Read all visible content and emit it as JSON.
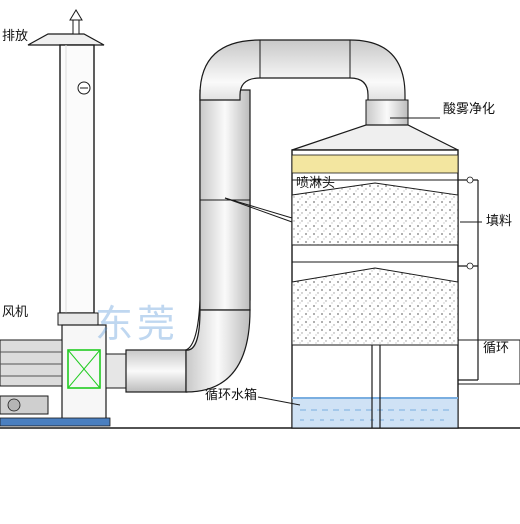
{
  "labels": {
    "exhaust": "排放",
    "fan": "风机",
    "tower": "酸雾净化",
    "nozzle": "喷淋头",
    "packing": "填料",
    "circulation": "循环",
    "tank": "循环水箱"
  },
  "watermark": "东莞",
  "colors": {
    "outline": "#1a1a1a",
    "duct_light": "#f4f4f4",
    "duct_shade": "#b8b8b8",
    "water": "#7aaee0",
    "watermark": "#4a8fd6",
    "fan_accent": "#22cc22",
    "nozzle_band": "#f3e6a0"
  }
}
